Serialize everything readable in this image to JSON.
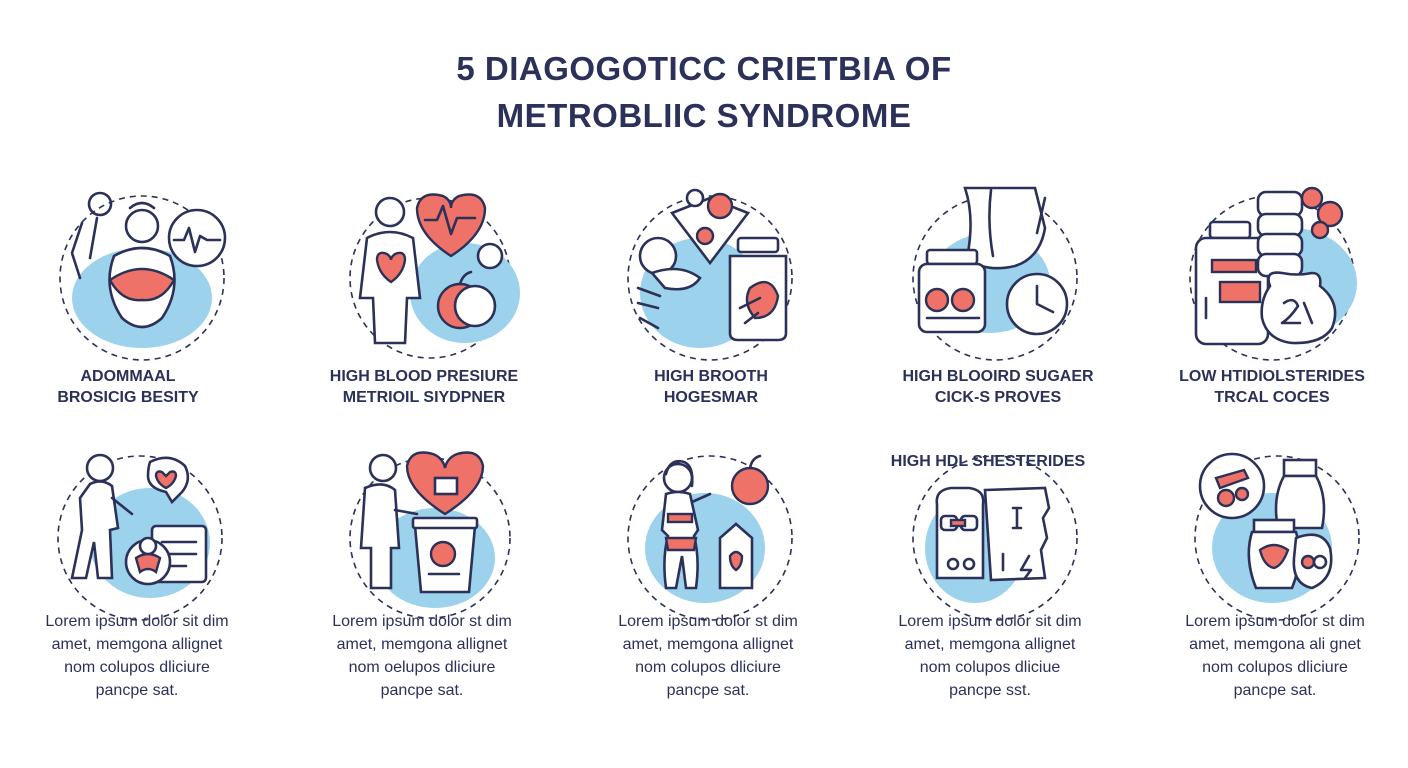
{
  "title": {
    "line1": "5 DIAGOGOTICC CRIETBIA OF",
    "line2": "METROBLIIC SYNDROME"
  },
  "criteria": [
    {
      "line1": "ADOMMAAL",
      "line2": "BROSICIG BESITY",
      "icon": "abdominal-obesity-icon"
    },
    {
      "line1": "HIGH BLOOD PRESIURE",
      "line2": "METRIOIL SIYDPNER",
      "icon": "heart-pressure-icon"
    },
    {
      "line1": "HIGH BROOTH",
      "line2": "HOGESMAR",
      "icon": "lungs-jar-icon"
    },
    {
      "line1": "HIGH BLOOIRD SUGAER",
      "line2": "CICK-S PROVES",
      "icon": "sugar-jar-clock-icon"
    },
    {
      "line1": "LOW HTIDIOLSTERIDES",
      "line2": "TRCAL COCES",
      "icon": "bottle-capsules-icon"
    }
  ],
  "row2_heading": "HIGH HDL SHESTERIDES",
  "descriptions": [
    {
      "l1": "Lorem ipsum dolor sit dim",
      "l2": "amet, memgona allignet",
      "l3": "nom colupos dliciure",
      "l4": "pancpe sat.",
      "icon": "walking-person-heart-icon"
    },
    {
      "l1": "Lorem ipsum dolor st dim",
      "l2": "amet, memgona allignet",
      "l3": "nom oelupos dliciure",
      "l4": "pancpe sat.",
      "icon": "person-heart-bin-icon"
    },
    {
      "l1": "Lorem ipsum dolor st dim",
      "l2": "amet, memgona allignet",
      "l3": "nom colupos dliciure",
      "l4": "pancpe sat.",
      "icon": "woman-apple-icon"
    },
    {
      "l1": "Lorem ipsum dolor sit dim",
      "l2": "amet, memgona allignet",
      "l3": "nom colupos dliciue",
      "l4": "pancpe sst.",
      "icon": "scan-document-icon"
    },
    {
      "l1": "Lorem ipsum dolor st dim",
      "l2": "amet, memgona ali gnet",
      "l3": "nom colupos dliciure",
      "l4": "pancpe sat.",
      "icon": "petri-dish-bottles-icon"
    }
  ],
  "colors": {
    "navy": "#2b3158",
    "coral": "#ef7268",
    "sky": "#9cd2ec"
  }
}
